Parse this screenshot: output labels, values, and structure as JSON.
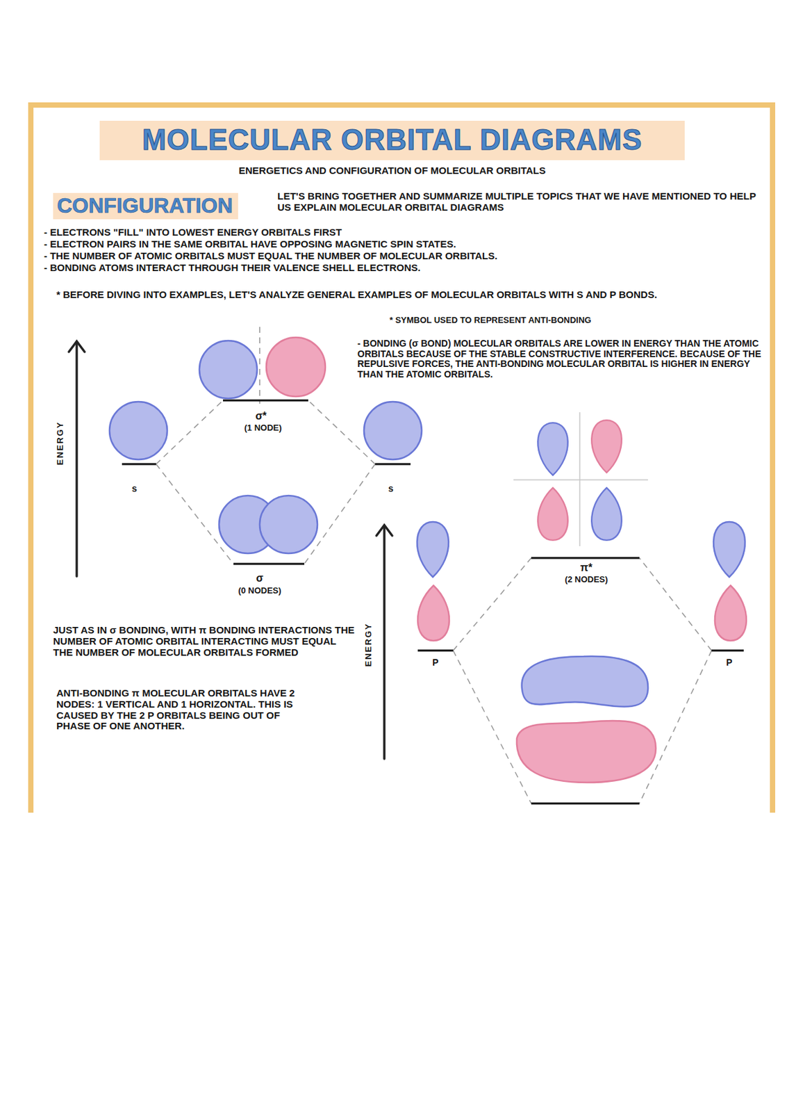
{
  "diagram": {
    "title": "MOLECULAR ORBITAL DIAGRAMS",
    "nodes": [
      {
        "text": [
          "CONFIGURATION"
        ]
      }
    ],
    "labels": [
      "ENERGETICS AND CONFIGURATION OF MOLECULAR ORBITALS",
      "LET'S BRING TOGETHER AND SUMMARIZE MULTIPLE TOPICS THAT WE HAVE MENTIONED TO HELP US EXPLAIN MOLECULAR ORBITAL DIAGRAMS",
      "- ELECTRONS \"FILL\" INTO LOWEST ENERGY ORBITALS FIRST",
      "- ELECTRON PAIRS IN THE SAME ORBITAL HAVE OPPOSING MAGNETIC SPIN STATES.",
      "- THE NUMBER OF ATOMIC ORBITALS MUST EQUAL THE NUMBER OF MOLECULAR ORBITALS.",
      "- BONDING ATOMS INTERACT THROUGH THEIR VALENCE SHELL ELECTRONS.",
      "* BEFORE DIVING INTO EXAMPLES, LET'S ANALYZE GENERAL EXAMPLES OF MOLECULAR ORBITALS WITH S AND P BONDS.",
      "* SYMBOL USED TO REPRESENT ANTI-BONDING",
      "- BONDING (σ BOND) MOLECULAR ORBITALS ARE LOWER IN ENERGY THAN THE ATOMIC ORBITALS BECAUSE OF THE STABLE CONSTRUCTIVE INTERFERENCE. BECAUSE OF THE REPULSIVE FORCES, THE ANTI-BONDING MOLECULAR ORBITAL IS HIGHER IN ENERGY THAN THE ATOMIC ORBITALS.",
      "ENERGY",
      "s",
      "s",
      "σ*",
      "(1 NODE)",
      "σ",
      "(0 NODES)",
      "JUST AS IN σ BONDING, WITH π BONDING INTERACTIONS THE NUMBER OF ATOMIC ORBITAL INTERACTING MUST EQUAL THE NUMBER OF MOLECULAR ORBITALS FORMED",
      "ANTI-BONDING π MOLECULAR ORBITALS HAVE 2 NODES: 1 VERTICAL AND 1 HORIZONTAL. THIS IS CAUSED BY THE 2 P ORBITALS BEING OUT OF PHASE OF ONE ANOTHER.",
      "ENERGY",
      "P",
      "P",
      "π*",
      "(2 NODES)"
    ]
  }
}
